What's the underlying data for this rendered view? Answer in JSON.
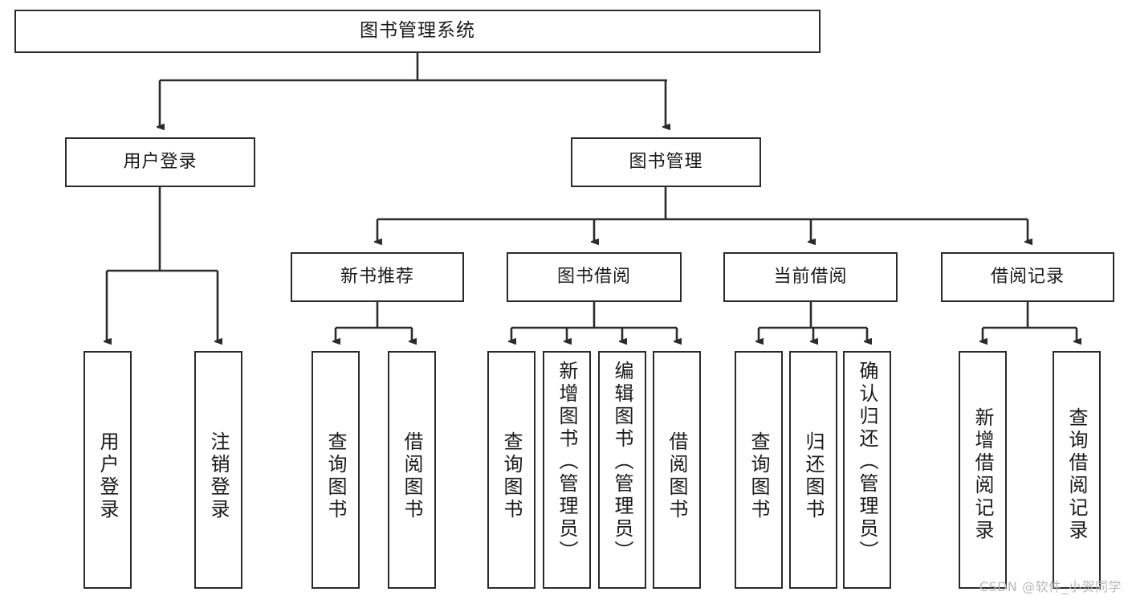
{
  "diagram": {
    "title": "图书管理系统",
    "type": "tree-hierarchy-chart",
    "colors": {
      "node_border": "#2b2b2b",
      "node_fill": "#ffffff",
      "edge": "#2b2b2b",
      "text": "#1a1a1a",
      "watermark": "#b9b9b9",
      "background": "#ffffff"
    },
    "levels": {
      "root": {
        "label": "图书管理系统"
      },
      "level2": [
        {
          "label": "用户登录"
        },
        {
          "label": "图书管理"
        }
      ],
      "level3": [
        {
          "label": "新书推荐"
        },
        {
          "label": "图书借阅"
        },
        {
          "label": "当前借阅"
        },
        {
          "label": "借阅记录"
        }
      ],
      "leaves": {
        "user_login": [
          {
            "label": "用户登录"
          },
          {
            "label": "注销登录"
          }
        ],
        "new_book_recommend": [
          {
            "label": "查询图书"
          },
          {
            "label": "借阅图书"
          }
        ],
        "book_borrow": [
          {
            "label": "查询图书"
          },
          {
            "label": "新增图书（管理员）"
          },
          {
            "label": "编辑图书（管理员）"
          },
          {
            "label": "借阅图书"
          }
        ],
        "current_borrow": [
          {
            "label": "查询图书"
          },
          {
            "label": "归还图书"
          },
          {
            "label": "确认归还（管理员）"
          }
        ],
        "borrow_record": [
          {
            "label": "新增借阅记录"
          },
          {
            "label": "查询借阅记录"
          }
        ]
      }
    },
    "watermark": "CSDN @软件_小贺同学"
  }
}
